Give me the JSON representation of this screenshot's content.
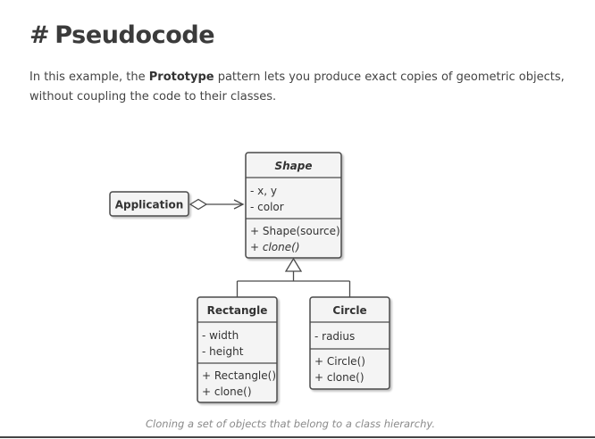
{
  "section": {
    "hash": "#",
    "title": "Pseudocode"
  },
  "intro": {
    "before": "In this example, the ",
    "highlight": "Prototype",
    "after": " pattern lets you produce exact copies of geometric objects, without coupling the code to their classes."
  },
  "diagram": {
    "application": "Application",
    "shape": {
      "name": "Shape",
      "fields": [
        "- x, y",
        "- color"
      ],
      "methods": [
        "+ Shape(source)",
        "+ clone()"
      ]
    },
    "rectangle": {
      "name": "Rectangle",
      "fields": [
        "- width",
        "- height"
      ],
      "methods": [
        "+ Rectangle()",
        "+ clone()"
      ]
    },
    "circle": {
      "name": "Circle",
      "fields": [
        "- radius"
      ],
      "methods": [
        "+ Circle()",
        "+ clone()"
      ]
    }
  },
  "caption": "Cloning a set of objects that belong to a class hierarchy."
}
